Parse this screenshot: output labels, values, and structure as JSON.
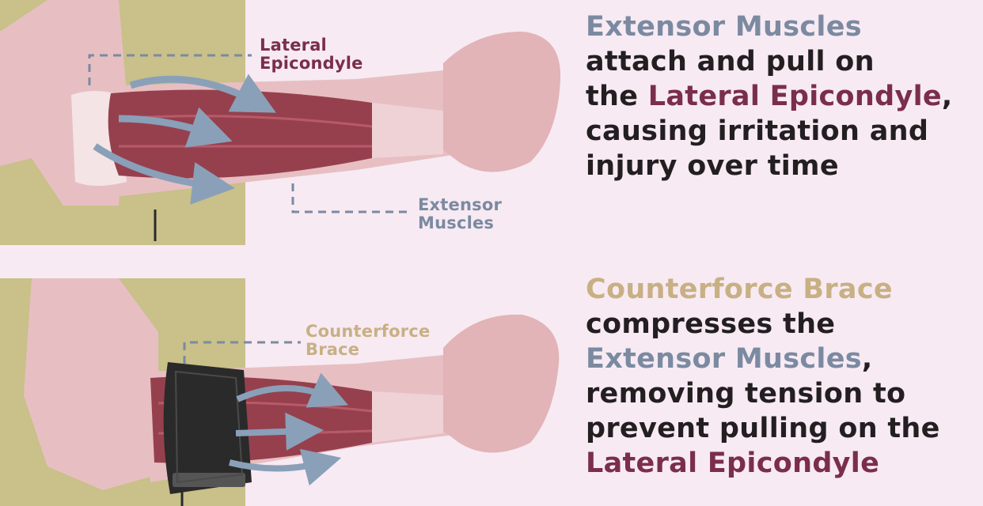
{
  "top": {
    "labels": {
      "lateral_epicondyle": [
        "Lateral",
        "Epicondyle"
      ],
      "extensor_muscles": [
        "Extensor",
        "Muscles"
      ]
    },
    "paragraph": {
      "line1": "Extensor Muscles",
      "line2": "attach and pull on",
      "line3_pre": "the ",
      "line3_hl": "Lateral Epicondyle",
      "line3_post": ",",
      "line4": "causing irritation and",
      "line5": "injury over time"
    }
  },
  "bottom": {
    "labels": {
      "counterforce_brace": [
        "Counterforce",
        "Brace"
      ]
    },
    "paragraph": {
      "line1": "Counterforce Brace",
      "line2": "compresses the",
      "line3_hl": "Extensor Muscles",
      "line3_post": ",",
      "line4": "removing tension to",
      "line5": "prevent pulling on the",
      "line6": "Lateral Epicondyle"
    }
  },
  "colors": {
    "background": "#f7eaf3",
    "extensor_blue": "#7b8aa1",
    "epicondyle_maroon": "#7a2e4a",
    "brace_tan": "#c8b084",
    "text_dark": "#231f20",
    "shirt_olive": "#c9c08a",
    "skin": "#e7bfc2",
    "muscle": "#96404e",
    "brace_black": "#2a2a2a",
    "arrow_blue": "#8aa0b8"
  }
}
